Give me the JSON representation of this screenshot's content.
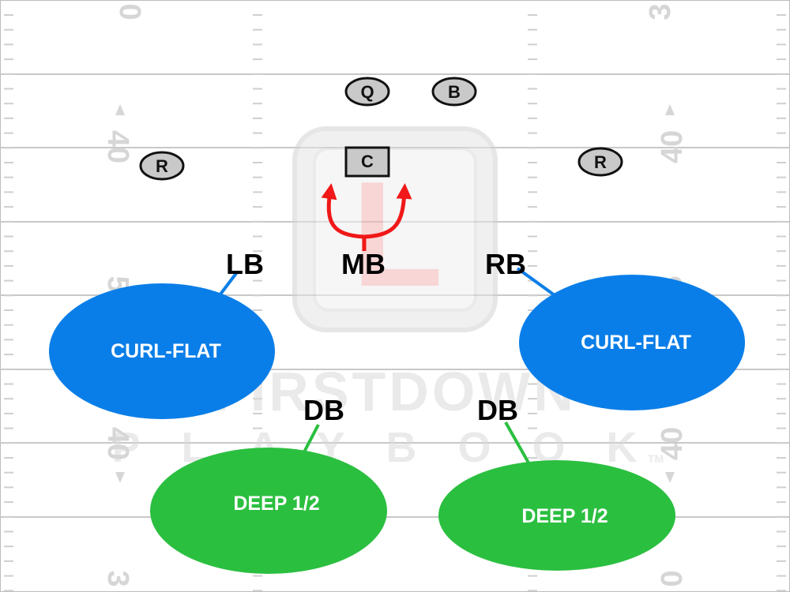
{
  "field": {
    "yard_numbers": [
      "0",
      "3",
      "40",
      "40",
      "5",
      "5",
      "40",
      "40",
      "3",
      "0"
    ]
  },
  "watermark": {
    "logo_letter": "L",
    "line1": "FIRSTDOWN",
    "line2": "PLAYBOOK",
    "trademark": "TM"
  },
  "offense": {
    "quarterback": "Q",
    "back": "B",
    "center": "C",
    "receiver_left": "R",
    "receiver_right": "R"
  },
  "defense": {
    "left_linebacker": "LB",
    "middle_linebacker": "MB",
    "right_linebacker": "RB",
    "left_defensive_back": "DB",
    "right_defensive_back": "DB"
  },
  "zones": {
    "left_curl_flat": "CURL-FLAT",
    "right_curl_flat": "CURL-FLAT",
    "left_deep_half": "DEEP 1/2",
    "right_deep_half": "DEEP 1/2"
  },
  "colors": {
    "curl_flat_zone": "#0a7ee8",
    "deep_half_zone": "#2bbf40",
    "blitz_route": "#f01818",
    "player_fill": "#c9c9c9",
    "yard_line": "#c8c8c8"
  }
}
